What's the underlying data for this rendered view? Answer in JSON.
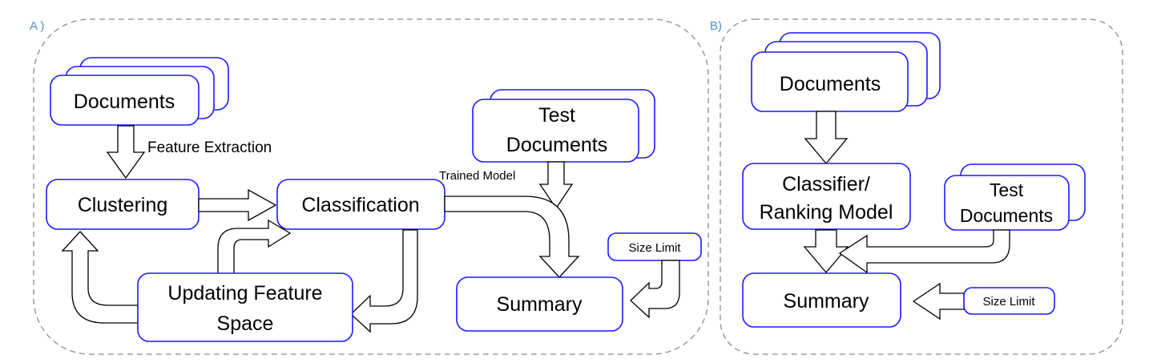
{
  "panel_a": {
    "label": "A )",
    "documents": "Documents",
    "feature_extraction": "Feature Extraction",
    "clustering": "Clustering",
    "classification": "Classification",
    "updating_line1": "Updating Feature",
    "updating_line2": "Space",
    "test_line1": "Test",
    "test_line2": "Documents",
    "trained_model": "Trained Model",
    "size_limit": "Size Limit",
    "summary": "Summary"
  },
  "panel_b": {
    "label": "B)",
    "documents": "Documents",
    "classifier_line1": "Classifier/",
    "classifier_line2": "Ranking Model",
    "test_line1": "Test",
    "test_line2": "Documents",
    "summary": "Summary",
    "size_limit": "Size Limit"
  }
}
